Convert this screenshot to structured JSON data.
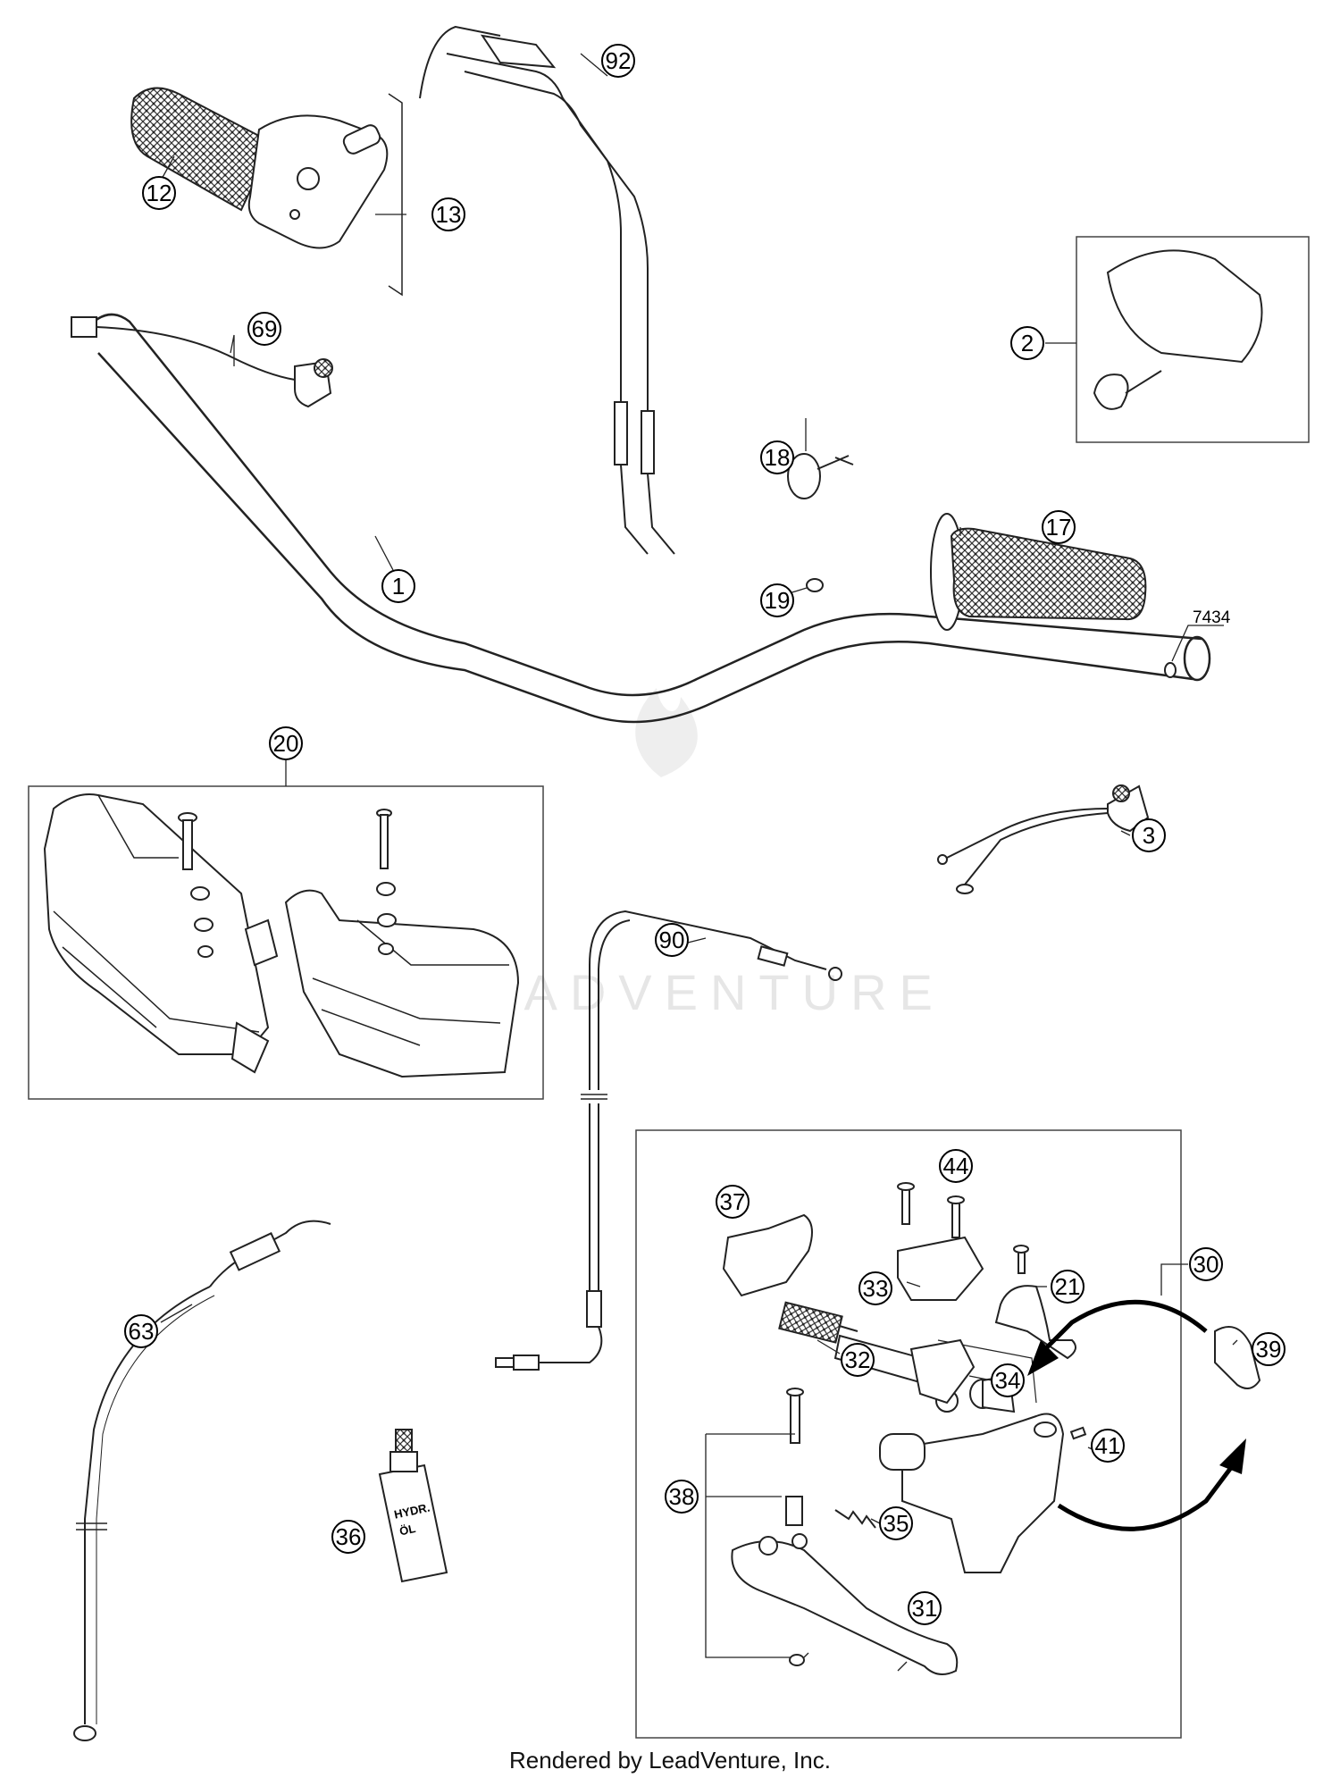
{
  "watermark": "LEADVENTURE",
  "footer": "Rendered by LeadVenture, Inc.",
  "callouts": [
    {
      "id": "12",
      "label": "12"
    },
    {
      "id": "13",
      "label": "13"
    },
    {
      "id": "92",
      "label": "92"
    },
    {
      "id": "69",
      "label": "69"
    },
    {
      "id": "2",
      "label": "2"
    },
    {
      "id": "18",
      "label": "18"
    },
    {
      "id": "19",
      "label": "19"
    },
    {
      "id": "17",
      "label": "17"
    },
    {
      "id": "1",
      "label": "1"
    },
    {
      "id": "20",
      "label": "20"
    },
    {
      "id": "3",
      "label": "3"
    },
    {
      "id": "90",
      "label": "90"
    },
    {
      "id": "44",
      "label": "44"
    },
    {
      "id": "37",
      "label": "37"
    },
    {
      "id": "30",
      "label": "30"
    },
    {
      "id": "21",
      "label": "21"
    },
    {
      "id": "33",
      "label": "33"
    },
    {
      "id": "63",
      "label": "63"
    },
    {
      "id": "32",
      "label": "32"
    },
    {
      "id": "34",
      "label": "34"
    },
    {
      "id": "39",
      "label": "39"
    },
    {
      "id": "41",
      "label": "41"
    },
    {
      "id": "35",
      "label": "35"
    },
    {
      "id": "36",
      "label": "36"
    },
    {
      "id": "38",
      "label": "38"
    },
    {
      "id": "31",
      "label": "31"
    }
  ],
  "plain_labels": {
    "part_7434": "7434"
  },
  "bottle_label": {
    "line1": "HYDR.",
    "line2": "ÖL"
  }
}
